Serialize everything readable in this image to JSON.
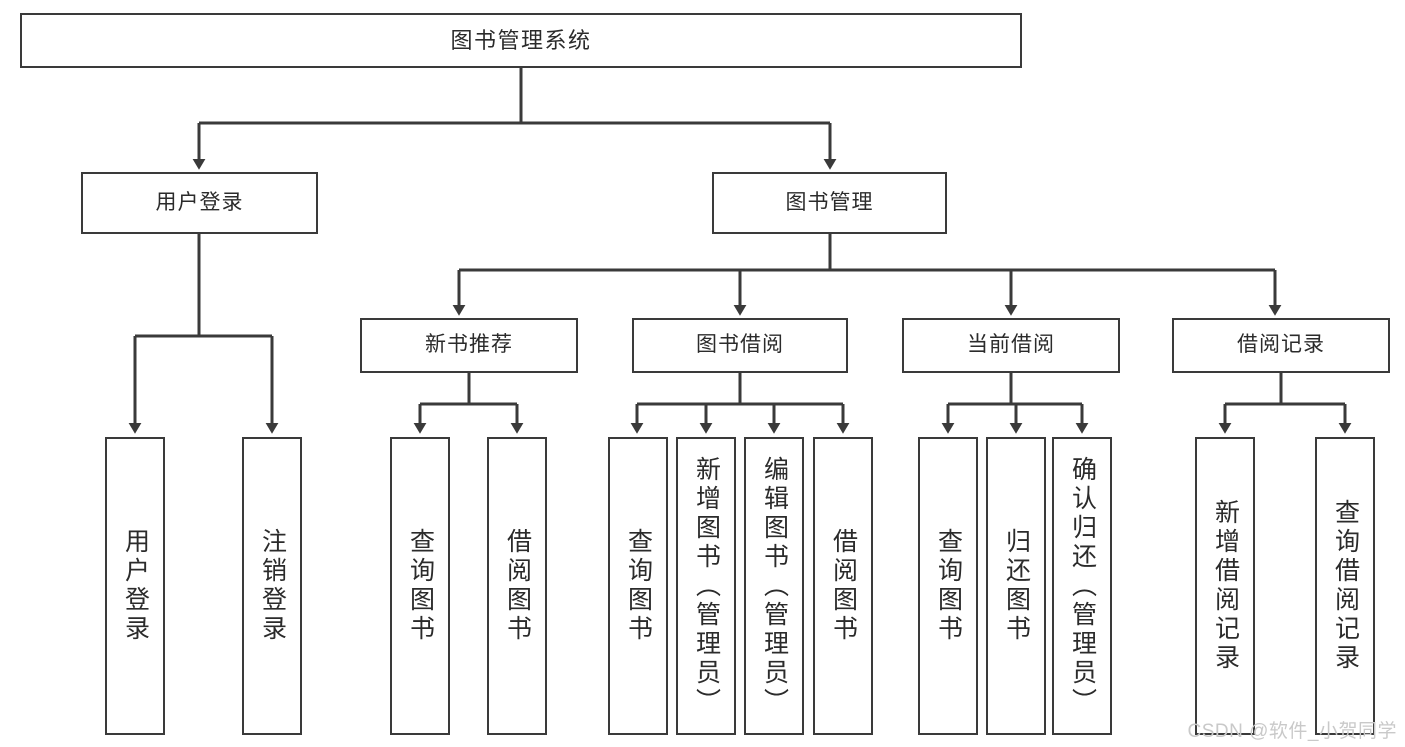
{
  "diagram": {
    "type": "tree-hierarchy-functional-decomposition",
    "root": {
      "label": "图书管理系统"
    },
    "tier1": [
      {
        "label": "用户登录"
      },
      {
        "label": "图书管理"
      }
    ],
    "tier2": [
      {
        "label": "新书推荐"
      },
      {
        "label": "图书借阅"
      },
      {
        "label": "当前借阅"
      },
      {
        "label": "借阅记录"
      }
    ],
    "leaves": [
      {
        "label": "用户登录"
      },
      {
        "label": "注销登录"
      },
      {
        "label": "查询图书"
      },
      {
        "label": "借阅图书"
      },
      {
        "label": "查询图书"
      },
      {
        "label": "新增图书（管理员）"
      },
      {
        "label": "编辑图书（管理员）"
      },
      {
        "label": "借阅图书"
      },
      {
        "label": "查询图书"
      },
      {
        "label": "归还图书"
      },
      {
        "label": "确认归还（管理员）"
      },
      {
        "label": "新增借阅记录"
      },
      {
        "label": "查询借阅记录"
      }
    ]
  },
  "watermark": {
    "text": "CSDN @软件_小贺同学"
  },
  "colors": {
    "background": "#ffffff",
    "line": "#3a3a3a",
    "box_border": "#3a3a3a",
    "text": "#2b2b2b",
    "watermark": "#c9c9c9"
  }
}
